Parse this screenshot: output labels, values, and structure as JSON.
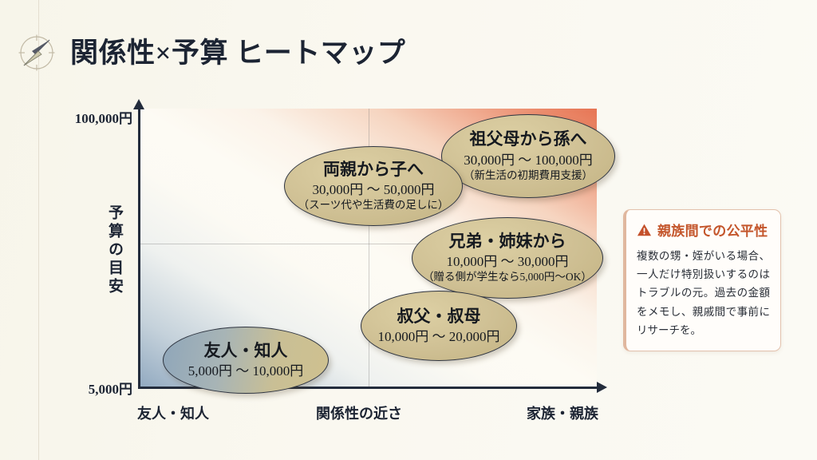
{
  "header": {
    "icon": "compass-icon",
    "title": "関係性×予算 ヒートマップ"
  },
  "note": {
    "icon": "warning-triangle-icon",
    "title": "親族間での公平性",
    "body": "複数の甥・姪がいる場合、一人だけ特別扱いするのはトラブルの元。過去の金額をメモし、親戚間で事前にリサーチを。"
  },
  "colors": {
    "page_background": "#faf8ef",
    "title_text": "#1c2433",
    "axis": "#232c3c",
    "heat_low": "#7896b4",
    "heat_mid": "#fdfbf4",
    "heat_high": "#e56e4c",
    "bubble_gold": "#cfc094",
    "note_accent": "#c4562c",
    "note_border": "#e3c2ad"
  },
  "chart_data": {
    "type": "scatter",
    "title": "関係性×予算 ヒートマップ",
    "xlabel": "関係性の近さ",
    "ylabel": "予算の目安",
    "xticks": [
      "友人・知人",
      "家族・親族"
    ],
    "yticks": [
      "5,000円",
      "100,000円"
    ],
    "ylim": [
      5000,
      100000
    ],
    "grid": true,
    "grid_lines": {
      "vertical": 1,
      "horizontal": 1
    },
    "legend": "none",
    "heatmap_note": "背景は左下（青灰・低予算/遠い関係）から右上（橙赤・高予算/近い関係）へのグラデーション",
    "points": [
      {
        "name": "祖父母から孫へ",
        "title": "祖父母から孫へ",
        "range": "30,000円 〜 100,000円",
        "note": "（新生活の初期費用支援）",
        "min": 30000,
        "max": 100000,
        "x_rank": 5,
        "y_rank": 5,
        "style": "gold"
      },
      {
        "name": "両親から子へ",
        "title": "両親から子へ",
        "range": "30,000円 〜 50,000円",
        "note": "（スーツ代や生活費の足しに）",
        "min": 30000,
        "max": 50000,
        "x_rank": 4,
        "y_rank": 4,
        "style": "gold"
      },
      {
        "name": "兄弟・姉妹から",
        "title": "兄弟・姉妹から",
        "range": "10,000円 〜 30,000円",
        "note": "（贈る側が学生なら5,000円〜OK）",
        "min": 10000,
        "max": 30000,
        "x_rank": 5,
        "y_rank": 3,
        "style": "gold"
      },
      {
        "name": "叔父・叔母",
        "title": "叔父・叔母",
        "range": "10,000円 〜 20,000円",
        "note": "",
        "min": 10000,
        "max": 20000,
        "x_rank": 4,
        "y_rank": 2,
        "style": "gold"
      },
      {
        "name": "友人・知人",
        "title": "友人・知人",
        "range": "5,000円 〜 10,000円",
        "note": "",
        "min": 5000,
        "max": 10000,
        "x_rank": 1,
        "y_rank": 1,
        "style": "blue-gold"
      }
    ]
  }
}
